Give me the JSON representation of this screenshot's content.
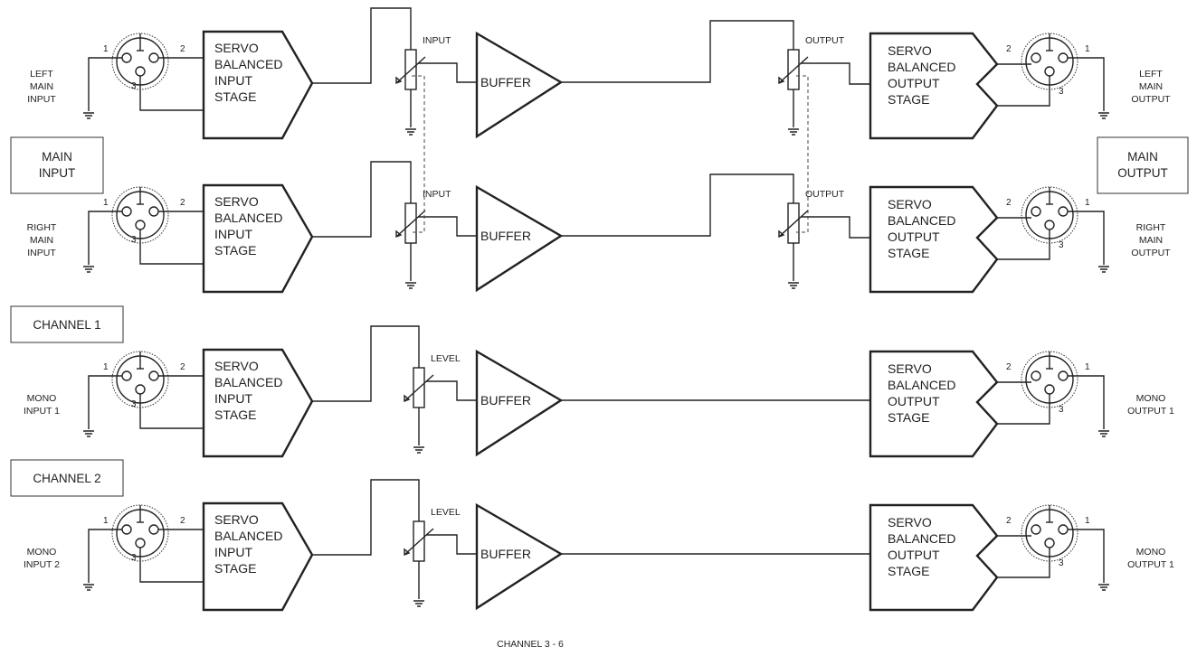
{
  "labels": {
    "main_input": [
      "MAIN",
      "INPUT"
    ],
    "main_output": [
      "MAIN",
      "OUTPUT"
    ],
    "channel_1": "CHANNEL 1",
    "channel_2": "CHANNEL 2",
    "footer": "CHANNEL 3 - 6"
  },
  "input_block": [
    "SERVO",
    "BALANCED",
    "INPUT",
    "STAGE"
  ],
  "output_block": [
    "SERVO",
    "BALANCED",
    "OUTPUT",
    "STAGE"
  ],
  "buffer_label": "BUFFER",
  "pins": [
    "1",
    "2",
    "3"
  ],
  "rows": [
    {
      "input_label": [
        "LEFT",
        "MAIN",
        "INPUT"
      ],
      "pot_in": "INPUT",
      "pot_out": "OUTPUT",
      "output_label": [
        "LEFT",
        "MAIN",
        "OUTPUT"
      ]
    },
    {
      "input_label": [
        "RIGHT",
        "MAIN",
        "INPUT"
      ],
      "pot_in": "INPUT",
      "pot_out": "OUTPUT",
      "output_label": [
        "RIGHT",
        "MAIN",
        "OUTPUT"
      ]
    },
    {
      "input_label": [
        "MONO",
        "INPUT 1"
      ],
      "pot_in": "LEVEL",
      "pot_out": "",
      "output_label": [
        "MONO",
        "OUTPUT 1"
      ]
    },
    {
      "input_label": [
        "MONO",
        "INPUT 2"
      ],
      "pot_in": "LEVEL",
      "pot_out": "",
      "output_label": [
        "MONO",
        "OUTPUT 1"
      ]
    }
  ]
}
